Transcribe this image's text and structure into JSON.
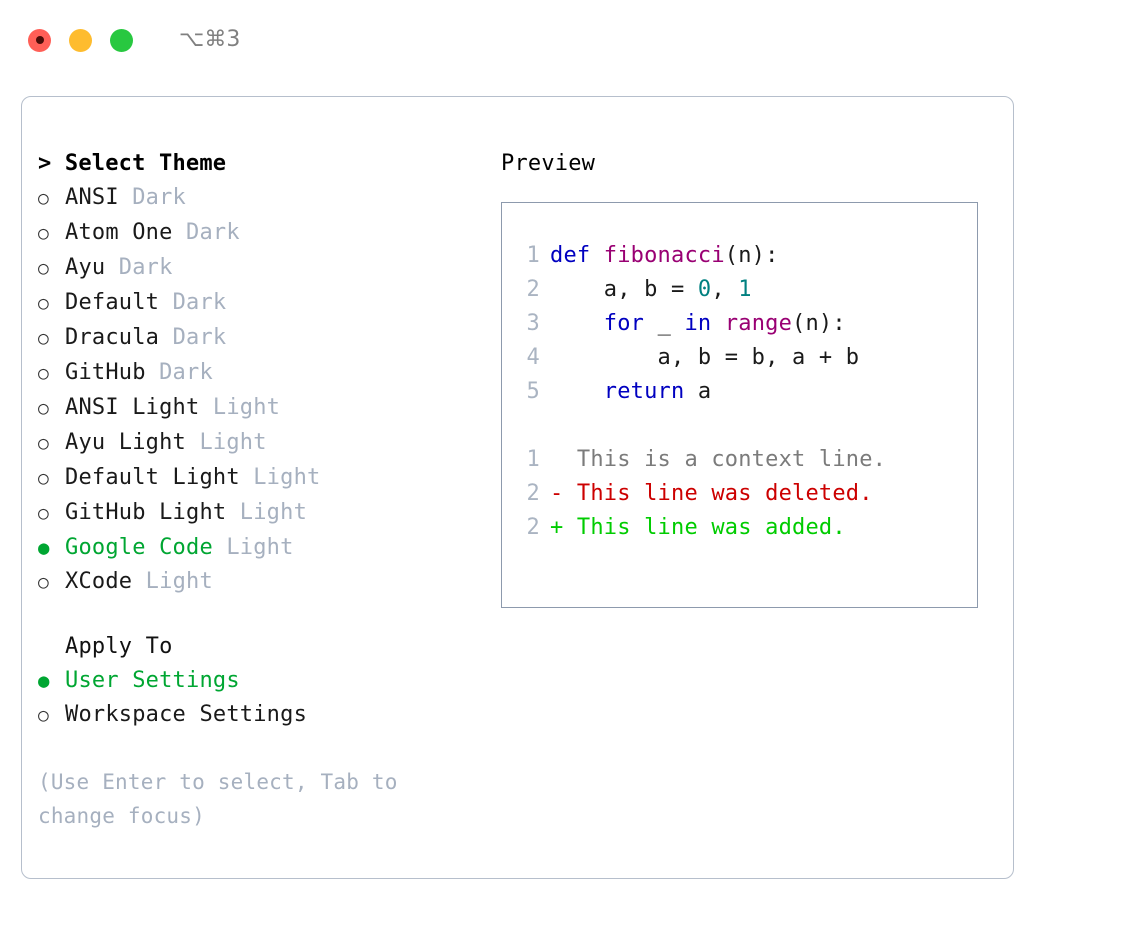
{
  "titlebar": {
    "traffic_lights": [
      "close",
      "minimize",
      "maximize"
    ],
    "shortcut": "⌥⌘3"
  },
  "theme_panel": {
    "header": "> Select Theme",
    "options": [
      {
        "bullet": "○",
        "label": "ANSI",
        "suffix": "Dark",
        "selected": false
      },
      {
        "bullet": "○",
        "label": "Atom One",
        "suffix": "Dark",
        "selected": false
      },
      {
        "bullet": "○",
        "label": "Ayu",
        "suffix": "Dark",
        "selected": false
      },
      {
        "bullet": "○",
        "label": "Default",
        "suffix": "Dark",
        "selected": false
      },
      {
        "bullet": "○",
        "label": "Dracula",
        "suffix": "Dark",
        "selected": false
      },
      {
        "bullet": "○",
        "label": "GitHub",
        "suffix": "Dark",
        "selected": false
      },
      {
        "bullet": "○",
        "label": "ANSI Light",
        "suffix": "Light",
        "selected": false
      },
      {
        "bullet": "○",
        "label": "Ayu Light",
        "suffix": "Light",
        "selected": false
      },
      {
        "bullet": "○",
        "label": "Default Light",
        "suffix": "Light",
        "selected": false
      },
      {
        "bullet": "○",
        "label": "GitHub Light",
        "suffix": "Light",
        "selected": false
      },
      {
        "bullet": "●",
        "label": "Google Code",
        "suffix": "Light",
        "selected": true
      },
      {
        "bullet": "○",
        "label": "XCode",
        "suffix": "Light",
        "selected": false
      }
    ]
  },
  "apply_to": {
    "header": "Apply To",
    "options": [
      {
        "bullet": "●",
        "label": "User Settings",
        "selected": true
      },
      {
        "bullet": "○",
        "label": "Workspace Settings",
        "selected": false
      }
    ]
  },
  "hint": "(Use Enter to select, Tab to change focus)",
  "preview": {
    "title": "Preview",
    "code_lines": [
      {
        "num": "1",
        "tokens": [
          {
            "t": "def ",
            "c": "tok-kw"
          },
          {
            "t": "fibonacci",
            "c": "tok-fn"
          },
          {
            "t": "(n):",
            "c": "tok-plain"
          }
        ]
      },
      {
        "num": "2",
        "tokens": [
          {
            "t": "    a, b = ",
            "c": "tok-plain"
          },
          {
            "t": "0",
            "c": "tok-num"
          },
          {
            "t": ", ",
            "c": "tok-plain"
          },
          {
            "t": "1",
            "c": "tok-num"
          }
        ]
      },
      {
        "num": "3",
        "tokens": [
          {
            "t": "    ",
            "c": "tok-plain"
          },
          {
            "t": "for",
            "c": "tok-kw"
          },
          {
            "t": " _ ",
            "c": "tok-plain"
          },
          {
            "t": "in",
            "c": "tok-kw"
          },
          {
            "t": " ",
            "c": "tok-plain"
          },
          {
            "t": "range",
            "c": "tok-fn"
          },
          {
            "t": "(n):",
            "c": "tok-plain"
          }
        ]
      },
      {
        "num": "4",
        "tokens": [
          {
            "t": "        a, b = b, a + b",
            "c": "tok-plain"
          }
        ]
      },
      {
        "num": "5",
        "tokens": [
          {
            "t": "    ",
            "c": "tok-plain"
          },
          {
            "t": "return",
            "c": "tok-kw"
          },
          {
            "t": " a",
            "c": "tok-plain"
          }
        ]
      }
    ],
    "diff_lines": [
      {
        "num": "1",
        "text": "  This is a context line.",
        "cls": "diff-ctx"
      },
      {
        "num": "2",
        "text": "- This line was deleted.",
        "cls": "diff-del"
      },
      {
        "num": "2",
        "text": "+ This line was added.",
        "cls": "diff-add"
      }
    ]
  },
  "colors": {
    "accent_green": "#00a632",
    "muted_blue_gray": "#a6b0bf",
    "panel_border": "#b6bfcc",
    "preview_border": "#8d9aad",
    "keyword": "#0000c0",
    "function": "#990073",
    "number": "#008080",
    "diff_deleted": "#cc0000",
    "diff_added": "#00cc00",
    "traffic_red": "#ff5f57",
    "traffic_yellow": "#febc2e",
    "traffic_green": "#28c840"
  }
}
